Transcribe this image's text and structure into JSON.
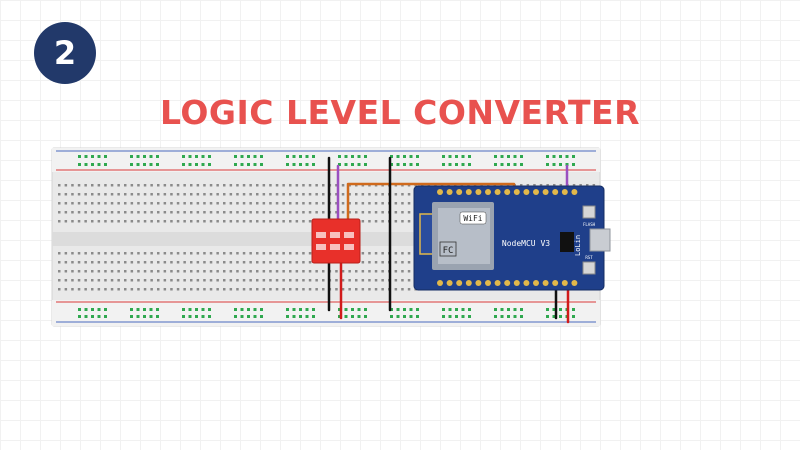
{
  "step": {
    "number": "2"
  },
  "title": "LOGIC LEVEL CONVERTER",
  "board": {
    "wifi_label": "WiFi",
    "name_label": "NodeMCU V3",
    "brand_label": "LoLin",
    "flash_label": "FLASH",
    "rst_label": "RST"
  },
  "colors": {
    "title": "#e8524f",
    "badge": "#22396a",
    "board": "#1f3f8a",
    "converter": "#e8302a",
    "wire_black": "#111111",
    "wire_red": "#d11a1a",
    "wire_orange": "#d06a1c",
    "wire_purple": "#9a4fc0",
    "rail_red": "#e06060",
    "rail_blue": "#6b86c8",
    "hole_green": "#2fa84f"
  }
}
